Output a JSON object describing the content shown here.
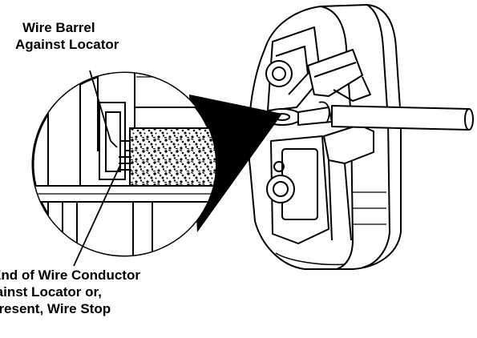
{
  "labels": {
    "wire_barrel": {
      "line1": "Wire Barrel",
      "line2": "Against Locator"
    },
    "wire_conductor": {
      "line1": "End of Wire Conductor",
      "line2": "Against Locator or,",
      "line3": "If Present, Wire Stop"
    }
  }
}
